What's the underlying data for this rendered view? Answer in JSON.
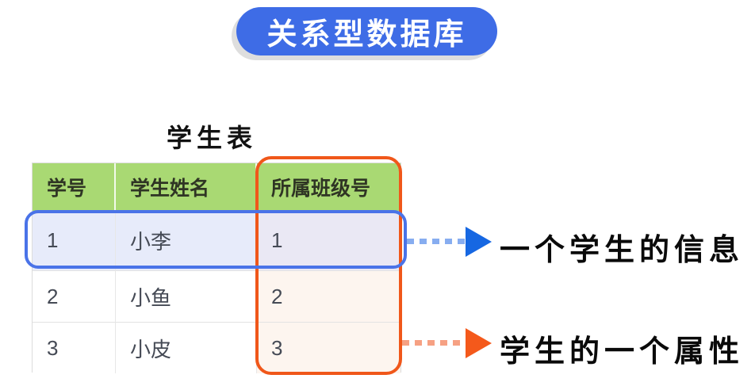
{
  "title_badge": {
    "label": "关系型数据库",
    "bg_color": "#3E6CE6",
    "text_color": "#FFFFFF"
  },
  "table": {
    "title": "学生表",
    "header_bg": "#A9D973",
    "headers": [
      "学号",
      "学生姓名",
      "所属班级号"
    ],
    "rows": [
      [
        "1",
        "小李",
        "1"
      ],
      [
        "2",
        "小鱼",
        "2"
      ],
      [
        "3",
        "小皮",
        "3"
      ]
    ]
  },
  "highlights": {
    "row_box_color": "#4A73E8",
    "row_fill_color": "#E7EBFA",
    "column_box_color": "#F0571A",
    "column_fill_color": "#FDF5EF",
    "overlap_fill_color": "#EAE8F4"
  },
  "callouts": {
    "row": {
      "label": "一个学生的信息",
      "dash_color": "#87ADF0",
      "arrow_color": "#1667E2"
    },
    "column": {
      "label": "学生的一个属性",
      "dash_color": "#F6A183",
      "arrow_color": "#F4591B"
    }
  }
}
